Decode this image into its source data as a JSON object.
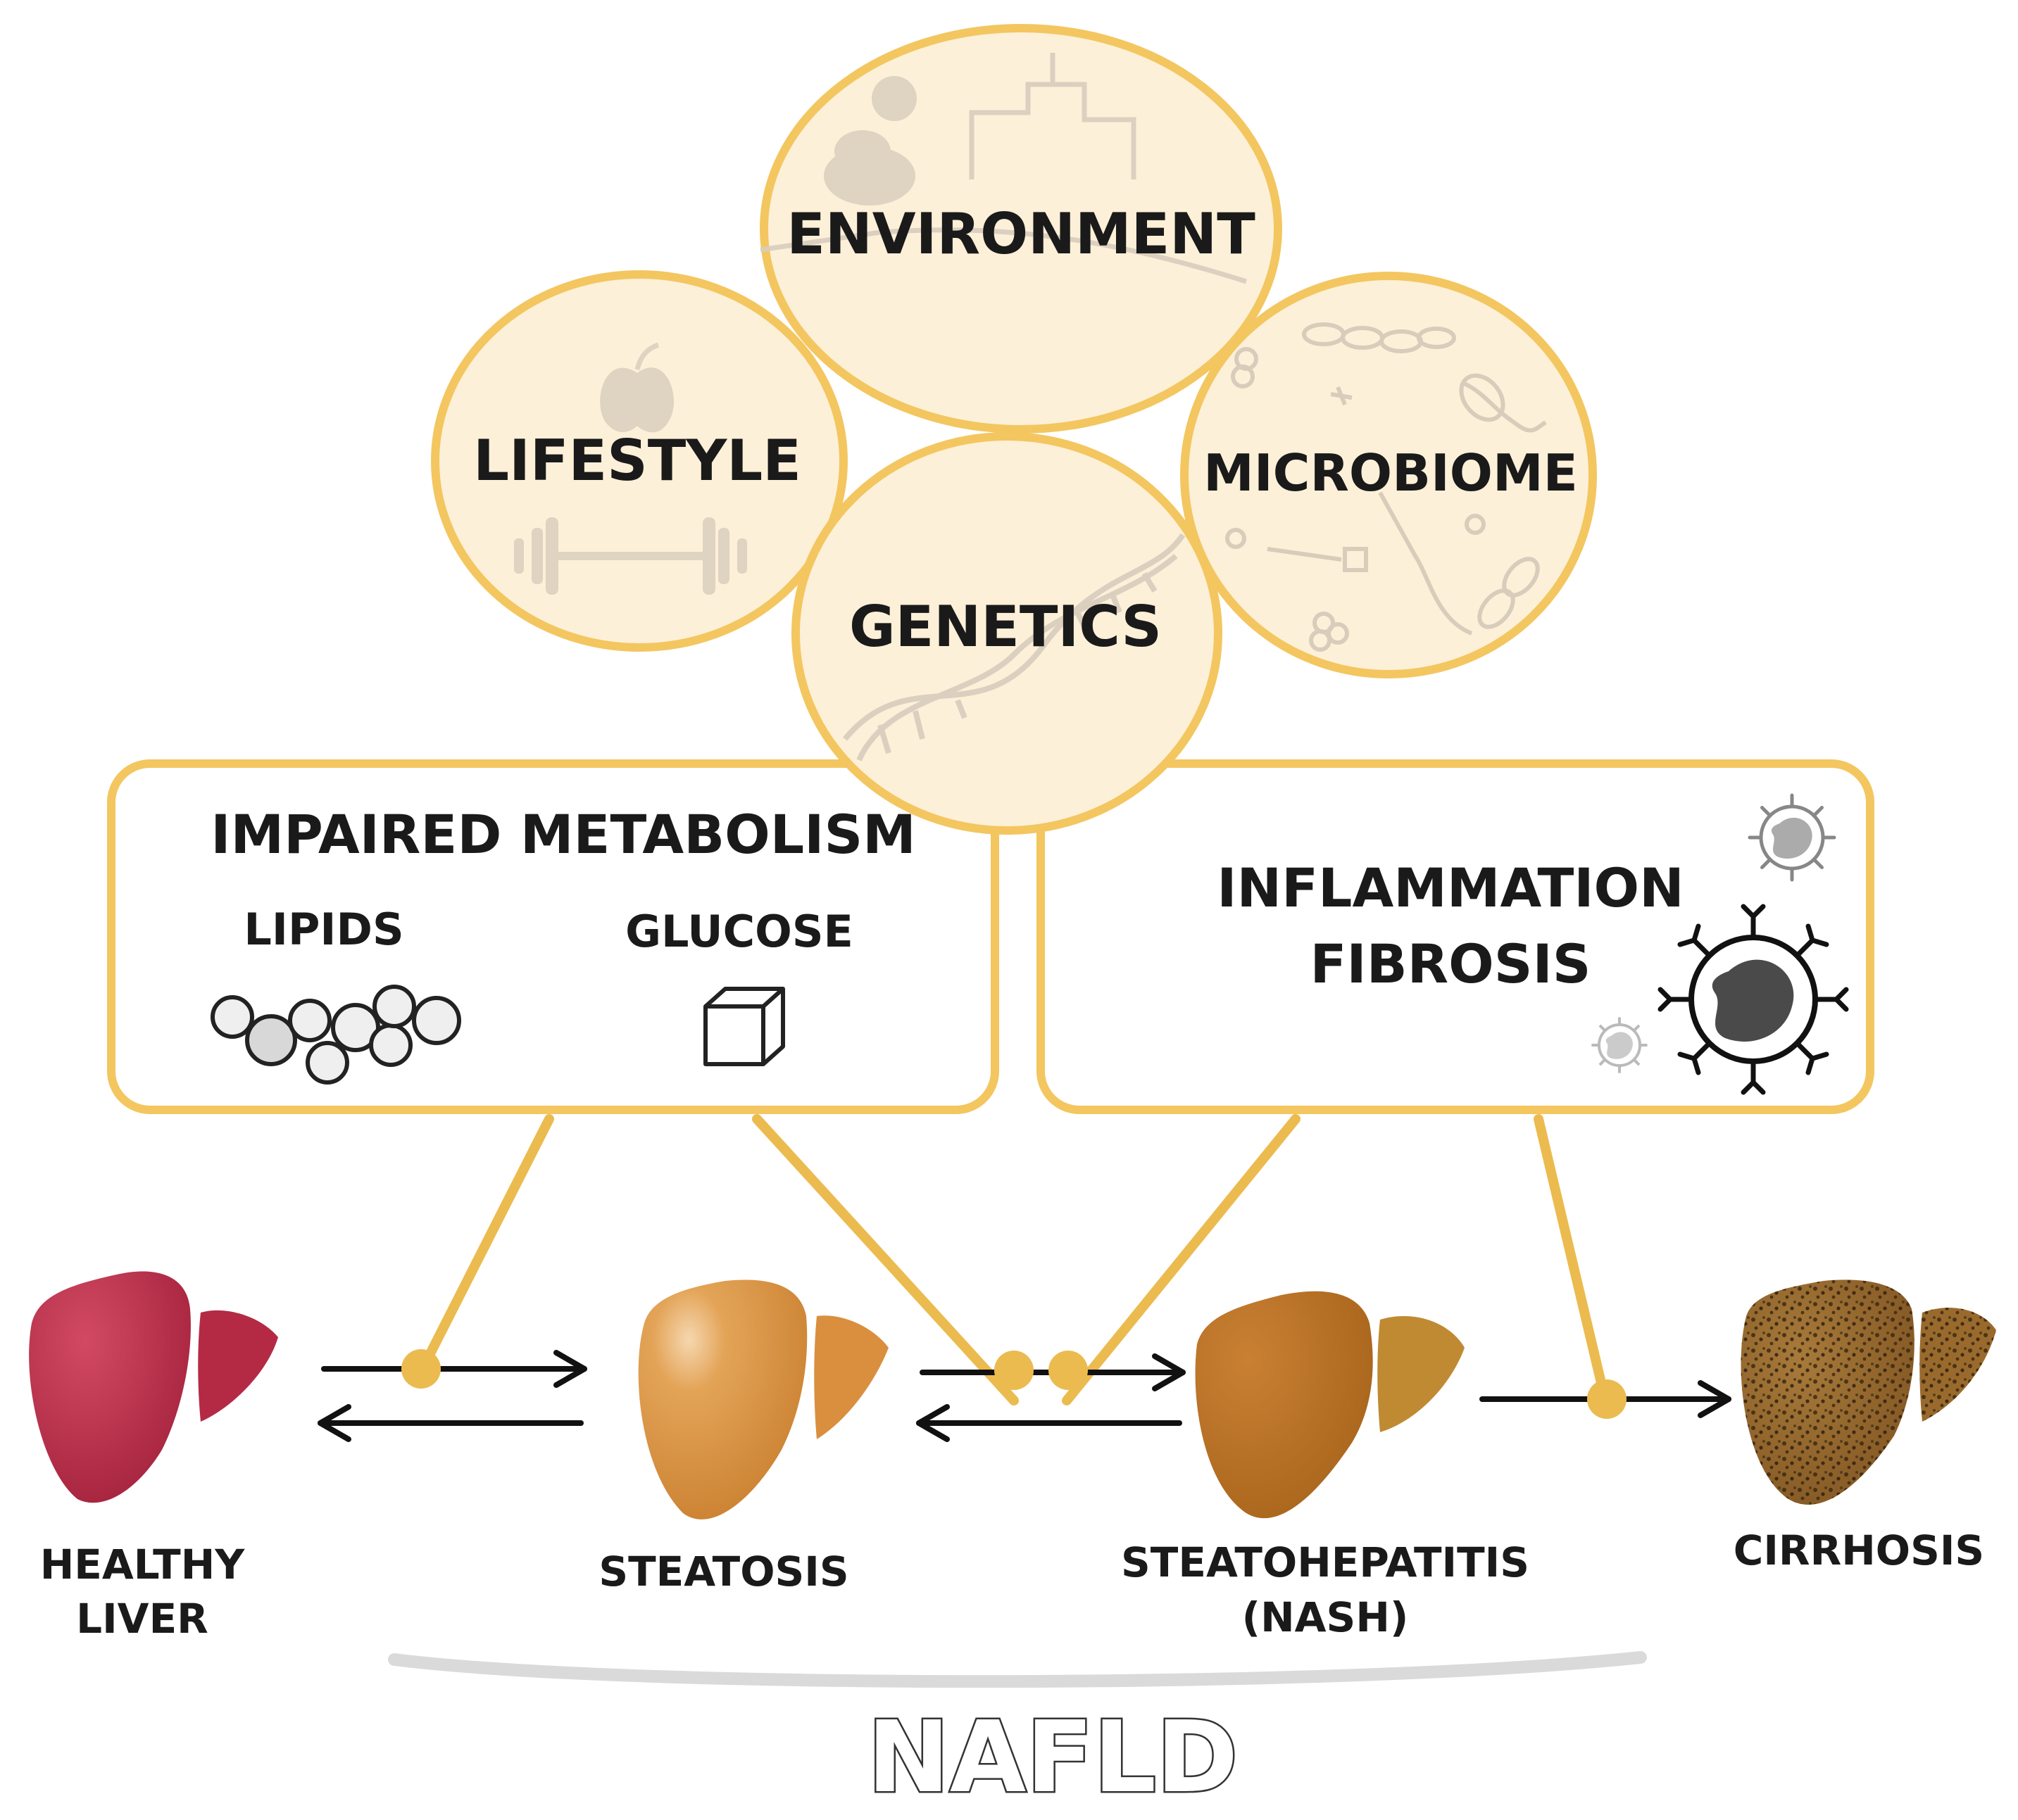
{
  "factors": {
    "environment": "ENVIRONMENT",
    "lifestyle": "LIFESTYLE",
    "microbiome": "MICROBIOME",
    "genetics": "GENETICS"
  },
  "metabolism_box": {
    "title": "IMPAIRED METABOLISM",
    "lipids": "LIPIDS",
    "glucose": "GLUCOSE"
  },
  "inflammation_box": {
    "line1": "INFLAMMATION",
    "line2": "FIBROSIS"
  },
  "stages": {
    "healthy_line1": "HEALTHY",
    "healthy_line2": "LIVER",
    "steatosis": "STEATOSIS",
    "nash_line1": "STEATOHEPATITIS",
    "nash_line2": "(NASH)",
    "cirrhosis": "CIRRHOSIS"
  },
  "group_label": "NAFLD",
  "colors": {
    "accent_gold": "#F2C25E",
    "circle_fill": "#FDF0D8",
    "healthy_liver": "#B42A45",
    "steatosis_liver": "#D9913E",
    "nash_liver": "#B06A1C",
    "cirrhosis_liver": "#8C5A22"
  },
  "icons": [
    "apple-icon",
    "dumbbell-icon",
    "factory-icon",
    "dna-icon",
    "bacteria-icon",
    "lipid-droplets-icon",
    "glucose-cube-icon",
    "immune-cell-icon"
  ]
}
